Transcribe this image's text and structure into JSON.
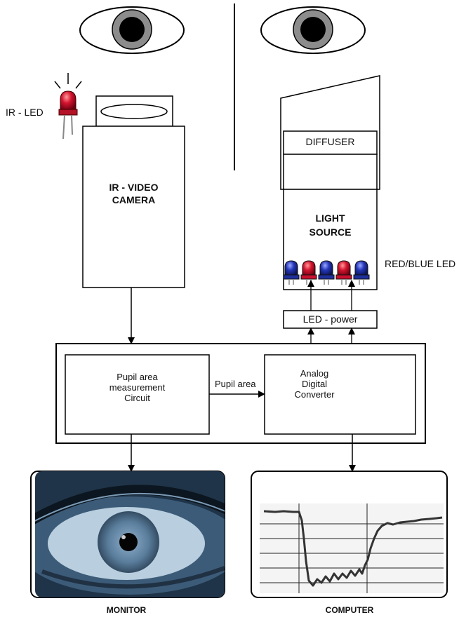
{
  "labels": {
    "ir_led": "IR - LED",
    "camera": "IR - VIDEO\nCAMERA",
    "diffuser": "DIFFUSER",
    "light_source": "LIGHT\nSOURCE",
    "red_blue_led": "RED/BLUE LED",
    "led_power": "LED - power",
    "pupil_circuit": "Pupil area\nmeasurement\nCircuit",
    "pupil_area": "Pupil area",
    "adc": "Analog\nDigital\nConverter",
    "monitor": "MONITOR",
    "computer": "COMPUTER"
  },
  "colors": {
    "stroke": "#000000",
    "iris": "#8c8c8c",
    "pupil": "#000000",
    "led_red": "#c8102e",
    "led_blue": "#1f2f9c",
    "monitor_bg": "#2e4a63",
    "graph_bg": "#f2f2f2",
    "trace": "#3b3b3b"
  },
  "led_sequence": [
    "blue",
    "red",
    "blue",
    "red",
    "blue"
  ]
}
